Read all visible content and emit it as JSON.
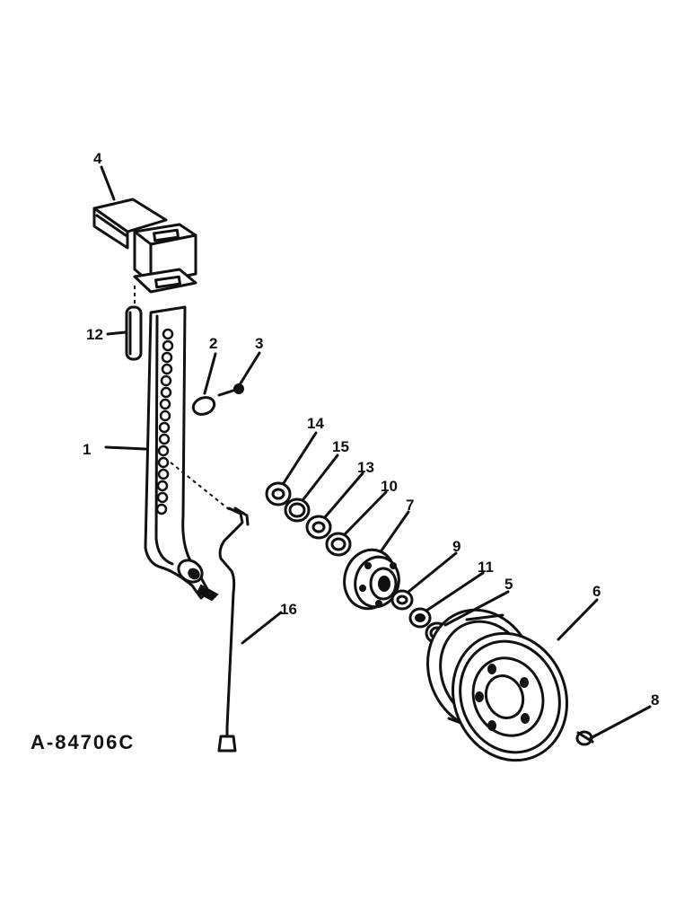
{
  "reference_number": "A-84706C",
  "callouts": [
    "1",
    "2",
    "3",
    "4",
    "5",
    "6",
    "7",
    "8",
    "9",
    "10",
    "11",
    "12",
    "13",
    "14",
    "15",
    "16"
  ],
  "parts": [
    "standard",
    "ring",
    "bolt",
    "bracket",
    "washer",
    "wheel",
    "hub",
    "valve",
    "washer",
    "bearing",
    "nut",
    "pin",
    "bearing",
    "seal",
    "washer",
    "rod"
  ]
}
